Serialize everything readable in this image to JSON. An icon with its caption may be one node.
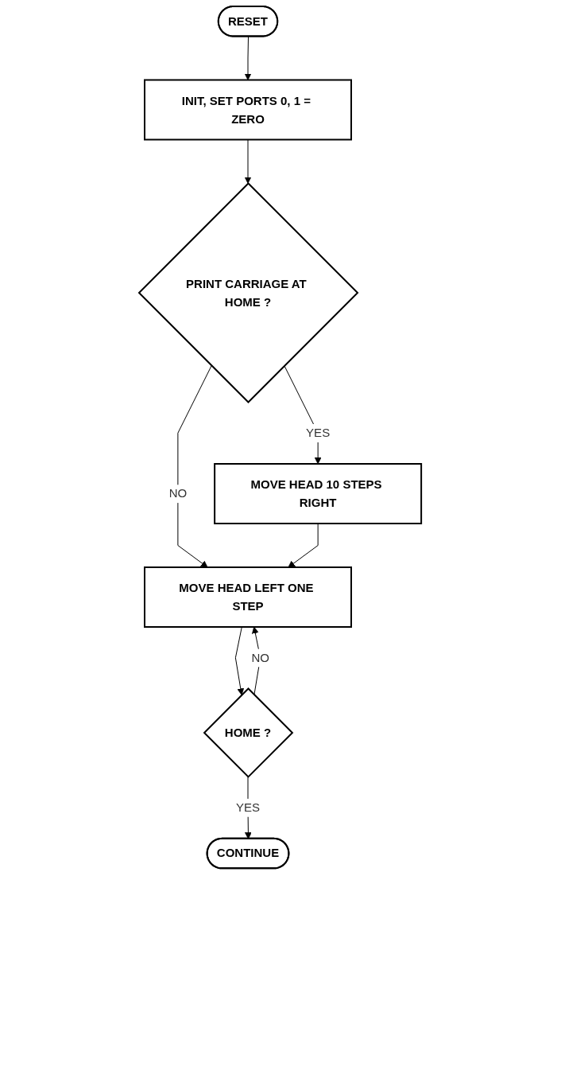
{
  "diagram": {
    "nodes": [
      {
        "text": [
          "RESET"
        ]
      },
      {
        "text": [
          "INIT, SET PORTS 0, 1 = ZERO"
        ]
      },
      {
        "text": [
          "PRINT CARRIAGE AT HOME ?"
        ]
      },
      {
        "text": [
          "MOVE HEAD 10 STEPS RIGHT"
        ]
      },
      {
        "text": [
          "MOVE HEAD LEFT ONE STEP"
        ]
      },
      {
        "text": [
          "HOME ?"
        ]
      },
      {
        "text": [
          "CONTINUE"
        ]
      }
    ],
    "edges": [
      {
        "from": 0,
        "to": 1,
        "arrow": "to"
      },
      {
        "from": 1,
        "to": 2,
        "arrow": "to"
      },
      {
        "from": 2,
        "to": 3,
        "arrow": "to",
        "label": "YES"
      },
      {
        "from": 2,
        "to": 4,
        "arrow": "to",
        "label": "NO"
      },
      {
        "from": 3,
        "to": 4,
        "arrow": "to"
      },
      {
        "from": 4,
        "to": 5,
        "arrow": "to"
      },
      {
        "from": 5,
        "to": 4,
        "arrow": "to",
        "label": "NO"
      },
      {
        "from": 5,
        "to": 6,
        "arrow": "to",
        "label": "YES"
      }
    ]
  }
}
